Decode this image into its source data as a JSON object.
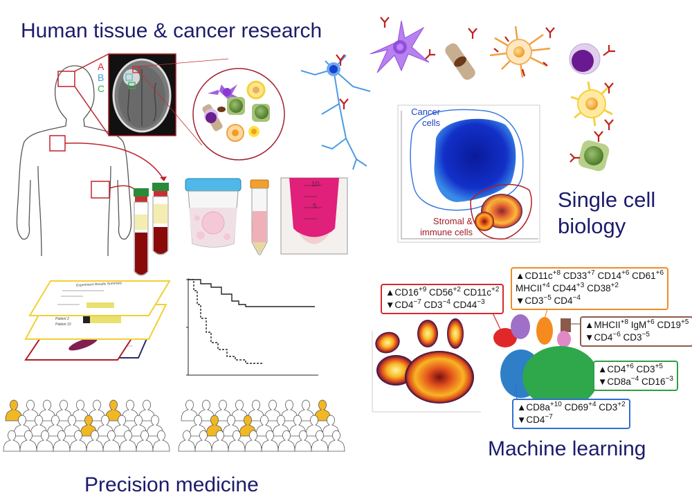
{
  "sections": {
    "tissue_title": "Human tissue & cancer research",
    "single_cell_title": "Single cell biology",
    "precision_title": "Precision medicine",
    "ml_title": "Machine learning"
  },
  "mri": {
    "labels": [
      "A",
      "B",
      "C"
    ],
    "label_colors": [
      "#e0202a",
      "#3aa0e0",
      "#30b050"
    ]
  },
  "tube_scale": {
    "top": "10",
    "mid": "5"
  },
  "tsne": {
    "cancer_label": "Cancer cells",
    "stromal_label": "Stromal & immune cells"
  },
  "report": {
    "title": "Experiment Results Summary",
    "patient_a": "Patient 2",
    "patient_b": "Patient 10"
  },
  "marker_boxes": [
    {
      "id": "red",
      "color": "#d8262f",
      "up": [
        [
          "CD16",
          "+9"
        ],
        [
          "CD56",
          "+2"
        ],
        [
          "CD11c",
          "+2"
        ]
      ],
      "down": [
        [
          "CD4",
          "−7"
        ],
        [
          "CD3",
          "−4"
        ],
        [
          "CD44",
          "−3"
        ]
      ]
    },
    {
      "id": "orange",
      "color": "#f08a24",
      "up": [
        [
          "CD11c",
          "+8"
        ],
        [
          "CD33",
          "+7"
        ],
        [
          "CD14",
          "+6"
        ],
        [
          "CD61",
          "+6"
        ]
      ],
      "up2": [
        [
          "MHCII",
          "+4"
        ],
        [
          "CD44",
          "+3"
        ],
        [
          "CD38",
          "+2"
        ]
      ],
      "down": [
        [
          "CD3",
          "−5"
        ],
        [
          "CD4",
          "−4"
        ]
      ]
    },
    {
      "id": "brown",
      "color": "#8b5a4a",
      "up": [
        [
          "MHCII",
          "+8"
        ],
        [
          "IgM",
          "+6"
        ],
        [
          "CD19",
          "+5"
        ]
      ],
      "down": [
        [
          "CD4",
          "−6"
        ],
        [
          "CD3",
          "−5"
        ]
      ]
    },
    {
      "id": "green",
      "color": "#2e9e44",
      "up": [
        [
          "CD4",
          "+6"
        ],
        [
          "CD3",
          "+5"
        ]
      ],
      "down": [
        [
          "CD8a",
          "−4"
        ],
        [
          "CD16",
          "−3"
        ]
      ]
    },
    {
      "id": "blue",
      "color": "#2f6fd0",
      "up": [
        [
          "CD8a",
          "+10"
        ],
        [
          "CD69",
          "+4"
        ],
        [
          "CD3",
          "+2"
        ]
      ],
      "down": [
        [
          "CD4",
          "−7"
        ]
      ]
    }
  ],
  "symbols": {
    "up": "▲",
    "down": "▼"
  },
  "colors": {
    "title": "#1b1b6b",
    "accent_red": "#b01c24",
    "people_highlight": "#f2b824"
  }
}
